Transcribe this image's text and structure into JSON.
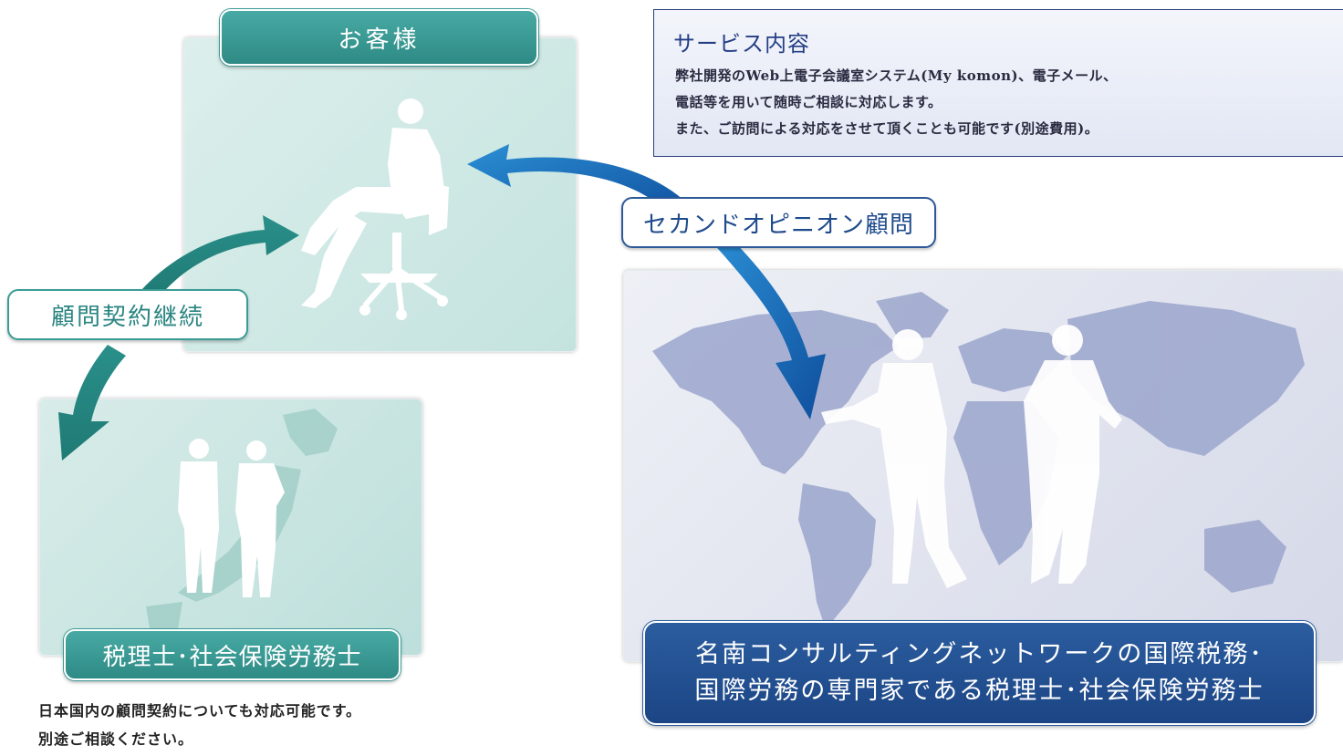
{
  "customer": {
    "label": "お客様"
  },
  "service": {
    "title": "サービス内容",
    "lines": [
      "弊社開発のWeb上電子会議室システム(My komon)、電子メール、",
      "電話等を用いて随時ご相談に対応します。",
      "また、ご訪問による対応をさせて頂くことも可能です(別途費用)。"
    ]
  },
  "second_opinion": {
    "label": "セカンドオピニオン顧問"
  },
  "continuation": {
    "label": "顧問契約継続"
  },
  "domestic": {
    "label": "税理士･社会保険労務士",
    "note_lines": [
      "日本国内の顧問契約についても対応可能です。",
      "別途ご相談ください。"
    ]
  },
  "international": {
    "label_lines": [
      "名南コンサルティングネットワークの国際税務･",
      "国際労務の専門家である税理士･社会保険労務士"
    ]
  },
  "colors": {
    "teal": "#3a9d97",
    "navy": "#1f4b8c",
    "map": "#9ba6cc"
  }
}
